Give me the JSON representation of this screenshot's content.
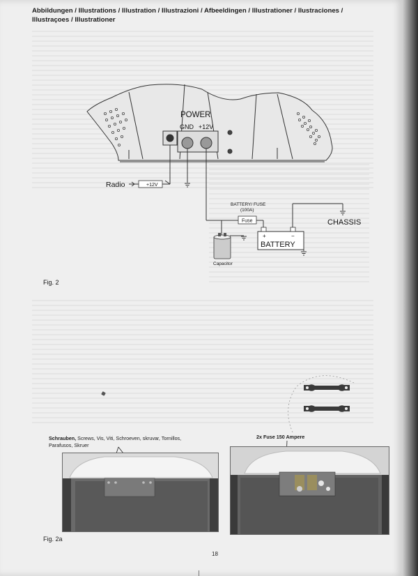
{
  "header": {
    "title_line1": "Abbildungen / Illustrations / Illustration / Illustrazioni / Afbeeldingen / Illustrationer / Ilustraciones /",
    "title_line2": "Illustraçoes / Illustrationer"
  },
  "fig2": {
    "label": "Fig. 2",
    "power": "POWER",
    "gnd": "GND",
    "plus12v": "+12V",
    "radio": "Radio",
    "remote": "+12V",
    "battery_fuse": "BATTERY/ FUSE",
    "fuse_rating": "(100A)",
    "fuse": "Fuse",
    "battery": "BATTERY",
    "battery_plus": "+",
    "battery_minus": "−",
    "chassis": "CHASSIS",
    "capacitor": "Capacitor"
  },
  "fig2a": {
    "label": "Fig. 2a",
    "screws_caption_bold": "Schrauben,",
    "screws_caption_rest": " Screws, Vis, Viti, Schroeven, skruvar, Tornillos,",
    "screws_caption_line2": "Parafusos, Skruer",
    "fuse_caption": "2x Fuse 150 Ampere"
  },
  "page_number": "18"
}
